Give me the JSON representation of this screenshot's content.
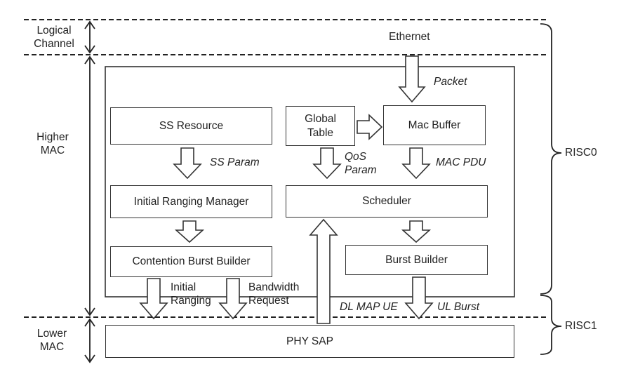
{
  "layers": {
    "logical_channel": "Logical\nChannel",
    "higher_mac": "Higher\nMAC",
    "lower_mac": "Lower\nMAC"
  },
  "processors": {
    "risc0": "RISC0",
    "risc1": "RISC1"
  },
  "blocks": {
    "ss_resource": "SS Resource",
    "global_table": "Global\nTable",
    "mac_buffer": "Mac Buffer",
    "initial_ranging_manager": "Initial Ranging Manager",
    "scheduler": "Scheduler",
    "contention_burst_builder": "Contention Burst Builder",
    "burst_builder": "Burst Builder",
    "phy_sap": "PHY SAP"
  },
  "flows": {
    "ethernet": "Ethernet",
    "packet": "Packet",
    "ss_param": "SS Param",
    "qos_param": "QoS\nParam",
    "mac_pdu": "MAC PDU",
    "initial_ranging": "Initial\nRanging",
    "bandwidth_request": "Bandwidth\nRequest",
    "dl_map_ue": "DL MAP UE",
    "ul_burst": "UL Burst"
  },
  "colors": {
    "line": "#333333",
    "background": "#ffffff"
  }
}
